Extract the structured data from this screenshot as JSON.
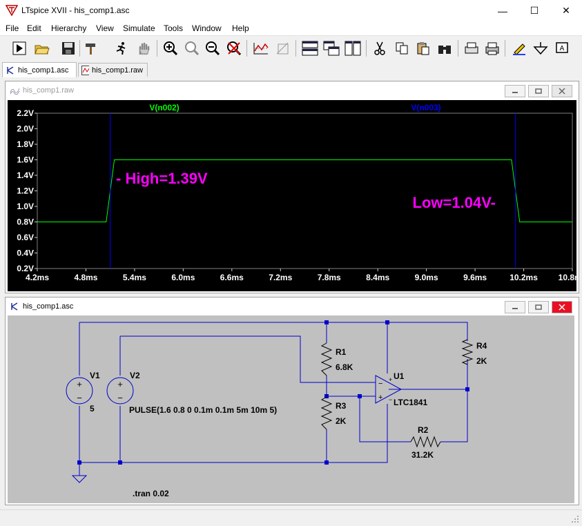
{
  "window": {
    "title": "LTspice XVII - his_comp1.asc",
    "minimize_glyph": "—",
    "maximize_glyph": "☐",
    "close_glyph": "✕"
  },
  "menu": [
    "File",
    "Edit",
    "Hierarchy",
    "View",
    "Simulate",
    "Tools",
    "Window",
    "Help"
  ],
  "toolbar_icons": [
    "run-icon",
    "open-icon",
    "save-icon",
    "hammer-icon",
    "running-man-icon",
    "hand-icon",
    "zoom-in-icon",
    "zoom-out-icon",
    "zoom-fit-icon",
    "zoom-cancel-icon",
    "autorange-icon",
    "mark-icon",
    "tile-horizontal-icon",
    "cascade-icon",
    "tile-vertical-icon",
    "cut-icon",
    "copy-icon",
    "paste-icon",
    "find-icon",
    "print-setup-icon",
    "print-icon",
    "pencil-icon",
    "ground-icon",
    "label-icon"
  ],
  "tabs": [
    {
      "label": "his_comp1.asc",
      "icon": "schematic-icon",
      "active": true
    },
    {
      "label": "his_comp1.raw",
      "icon": "waveform-icon",
      "active": false
    }
  ],
  "waveform_window": {
    "title": "his_comp1.raw",
    "trace1": "V(n002)",
    "trace2": "V(n003)",
    "annotation_high": "- High=1.39V",
    "annotation_low": "Low=1.04V-",
    "colors": {
      "background": "#000000",
      "trace1": "#00ff00",
      "trace2": "#0000ff",
      "annotation": "#ff00ff",
      "axis_text": "#ffffff"
    }
  },
  "chart_data": {
    "type": "line",
    "x_unit": "ms",
    "xlim": [
      4.2,
      10.8
    ],
    "ylim": [
      0.2,
      2.2
    ],
    "x_ticks": [
      "4.2ms",
      "4.8ms",
      "5.4ms",
      "6.0ms",
      "6.6ms",
      "7.2ms",
      "7.8ms",
      "8.4ms",
      "9.0ms",
      "9.6ms",
      "10.2ms",
      "10.8ms"
    ],
    "y_ticks": [
      "2.2V",
      "2.0V",
      "1.8V",
      "1.6V",
      "1.4V",
      "1.2V",
      "1.0V",
      "0.8V",
      "0.6V",
      "0.4V",
      "0.2V"
    ],
    "series": [
      {
        "name": "V(n002)",
        "x": [
          4.2,
          5.05,
          5.15,
          10.05,
          10.15,
          10.8
        ],
        "y": [
          0.8,
          0.8,
          1.6,
          1.6,
          0.8,
          0.8
        ]
      },
      {
        "name": "V(n003)",
        "x": [
          5.1,
          5.1
        ],
        "y": [
          0.2,
          2.2
        ]
      },
      {
        "name": "V(n003)",
        "x": [
          10.1,
          10.1
        ],
        "y": [
          0.2,
          2.2
        ]
      }
    ],
    "grid": false
  },
  "schematic_window": {
    "title": "his_comp1.asc",
    "labels": {
      "v1": "V1",
      "v1_value": "5",
      "v2": "V2",
      "v2_value": "PULSE(1.6 0.8 0 0.1m 0.1m 5m 10m 5)",
      "r1": "R1",
      "r1_value": "6.8K",
      "r3": "R3",
      "r3_value": "2K",
      "r4": "R4",
      "r4_value": "2K",
      "r2": "R2",
      "r2_value": "31.2K",
      "u1": "U1",
      "u1_value": "LTC1841",
      "directive": ".tran 0.02",
      "plus": "+",
      "minus": "−"
    },
    "colors": {
      "background": "#c0c0c0",
      "wire": "#0000cc",
      "text": "#000000"
    }
  }
}
